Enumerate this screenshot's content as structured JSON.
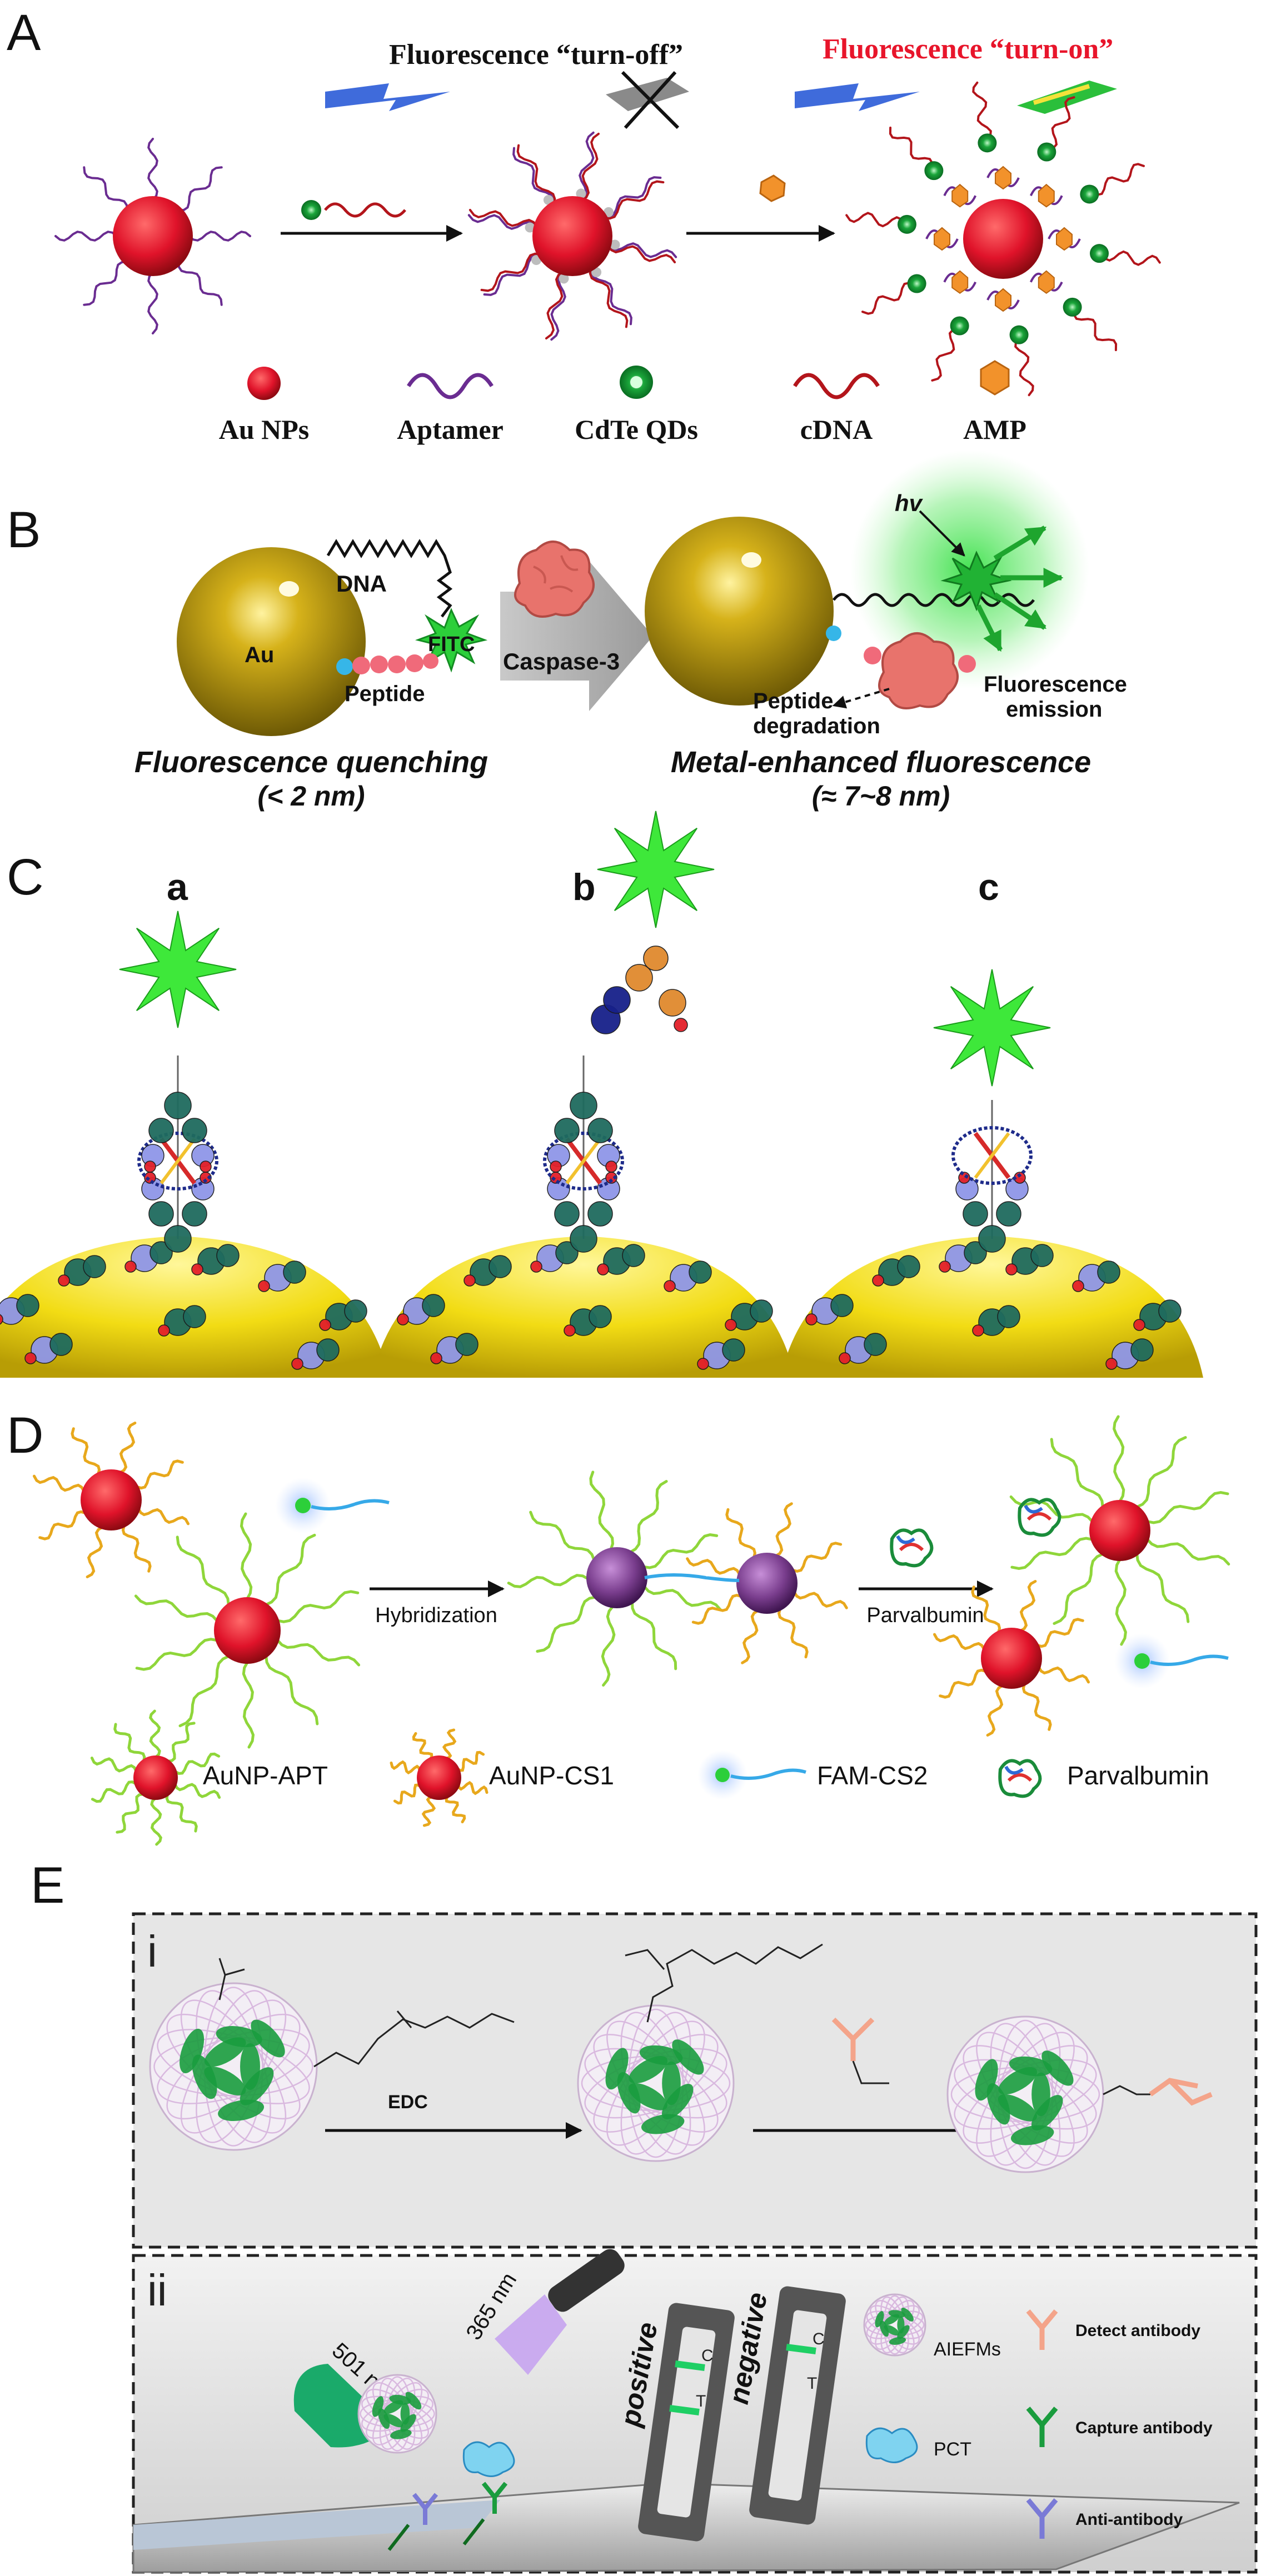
{
  "panels": {
    "A": {
      "label": "A",
      "turn_off": "Fluorescence “turn-off”",
      "turn_on": "Fluorescence “turn-on”",
      "legend": [
        "Au NPs",
        "Aptamer",
        "CdTe QDs",
        "cDNA",
        "AMP"
      ]
    },
    "B": {
      "label": "B",
      "au": "Au",
      "dna": "DNA",
      "fitc": "FITC",
      "peptide": "Peptide",
      "caspase": "Caspase-3",
      "hv": "hv",
      "degradation_1": "Peptide",
      "degradation_2": "degradation",
      "emission_1": "Fluorescence",
      "emission_2": "emission",
      "quench_title": "Fluorescence quenching",
      "quench_sub": "(< 2 nm)",
      "enhance_title": "Metal-enhanced fluorescence",
      "enhance_sub": "(≈ 7~8 nm)"
    },
    "C": {
      "label": "C",
      "sub": [
        "a",
        "b",
        "c"
      ]
    },
    "D": {
      "label": "D",
      "step1": "Hybridization",
      "step2": "Parvalbumin",
      "legend": [
        "AuNP-APT",
        "AuNP-CS1",
        "FAM-CS2",
        "Parvalbumin"
      ]
    },
    "E": {
      "label": "E",
      "i": "i",
      "ii": "ii",
      "edc": "EDC",
      "wl1": "501 nm",
      "wl2": "365 nm",
      "positive": "positive",
      "negative": "negative",
      "c_line": "C",
      "t_line": "T",
      "legend": [
        "AIEFMs",
        "PCT",
        "Detect antibody",
        "Capture antibody",
        "Anti-antibody"
      ]
    }
  },
  "colors": {
    "gold_np": "#e0132a",
    "aptamer": "#6a2c91",
    "qd": "#1aa53a",
    "cdna": "#b3151b",
    "amp": "#f2922b",
    "turn_on_text": "#e8152b",
    "gold_sphere": "#c9a40c",
    "fluor_green": "#2ccf3a",
    "yellow_surface": "#f2dc14"
  }
}
